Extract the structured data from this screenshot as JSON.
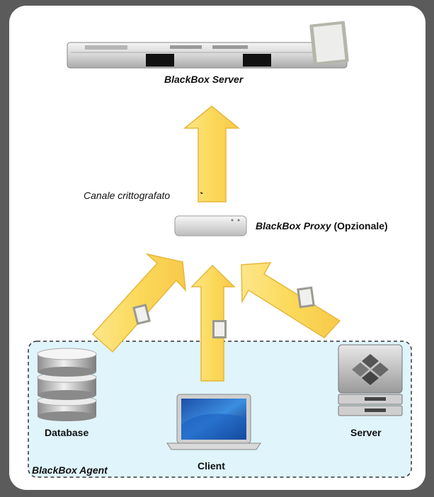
{
  "diagram": {
    "server_label": "BlackBox Server",
    "channel_label": "Canale crittografato",
    "proxy_label_main": "BlackBox Proxy",
    "proxy_label_suffix": " (Opzionale)",
    "agent_group_label": "BlackBox Agent",
    "nodes": {
      "database": "Database",
      "client": "Client",
      "server": "Server"
    }
  },
  "colors": {
    "background": "#5b5b5b",
    "arrow_fill": "#fbd95a",
    "arrow_stroke": "#e7b73a",
    "agent_box_fill": "#dff4fb",
    "agent_box_border": "#333333"
  }
}
